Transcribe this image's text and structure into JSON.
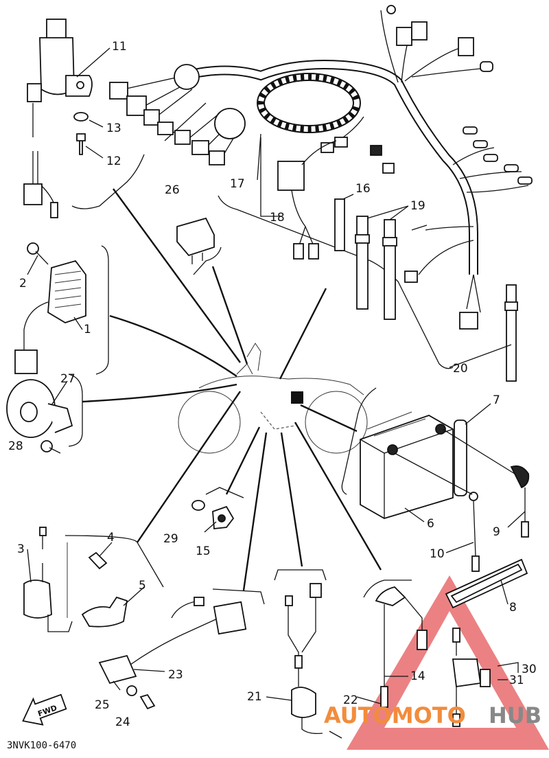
{
  "diagram_code": "3NVK100-6470",
  "fwd_label": "FWD",
  "watermark": {
    "part1": "AUTOMOTO",
    "part2": "HUB",
    "color1": "#f28c3c",
    "color2": "#888888",
    "triangle_color": "#e0393e"
  },
  "callouts": [
    "1",
    "2",
    "3",
    "4",
    "5",
    "6",
    "7",
    "8",
    "9",
    "10",
    "11",
    "12",
    "13",
    "14",
    "15",
    "16",
    "17",
    "18",
    "19",
    "20",
    "21",
    "22",
    "23",
    "24",
    "25",
    "26",
    "27",
    "28",
    "29",
    "30",
    "31"
  ]
}
